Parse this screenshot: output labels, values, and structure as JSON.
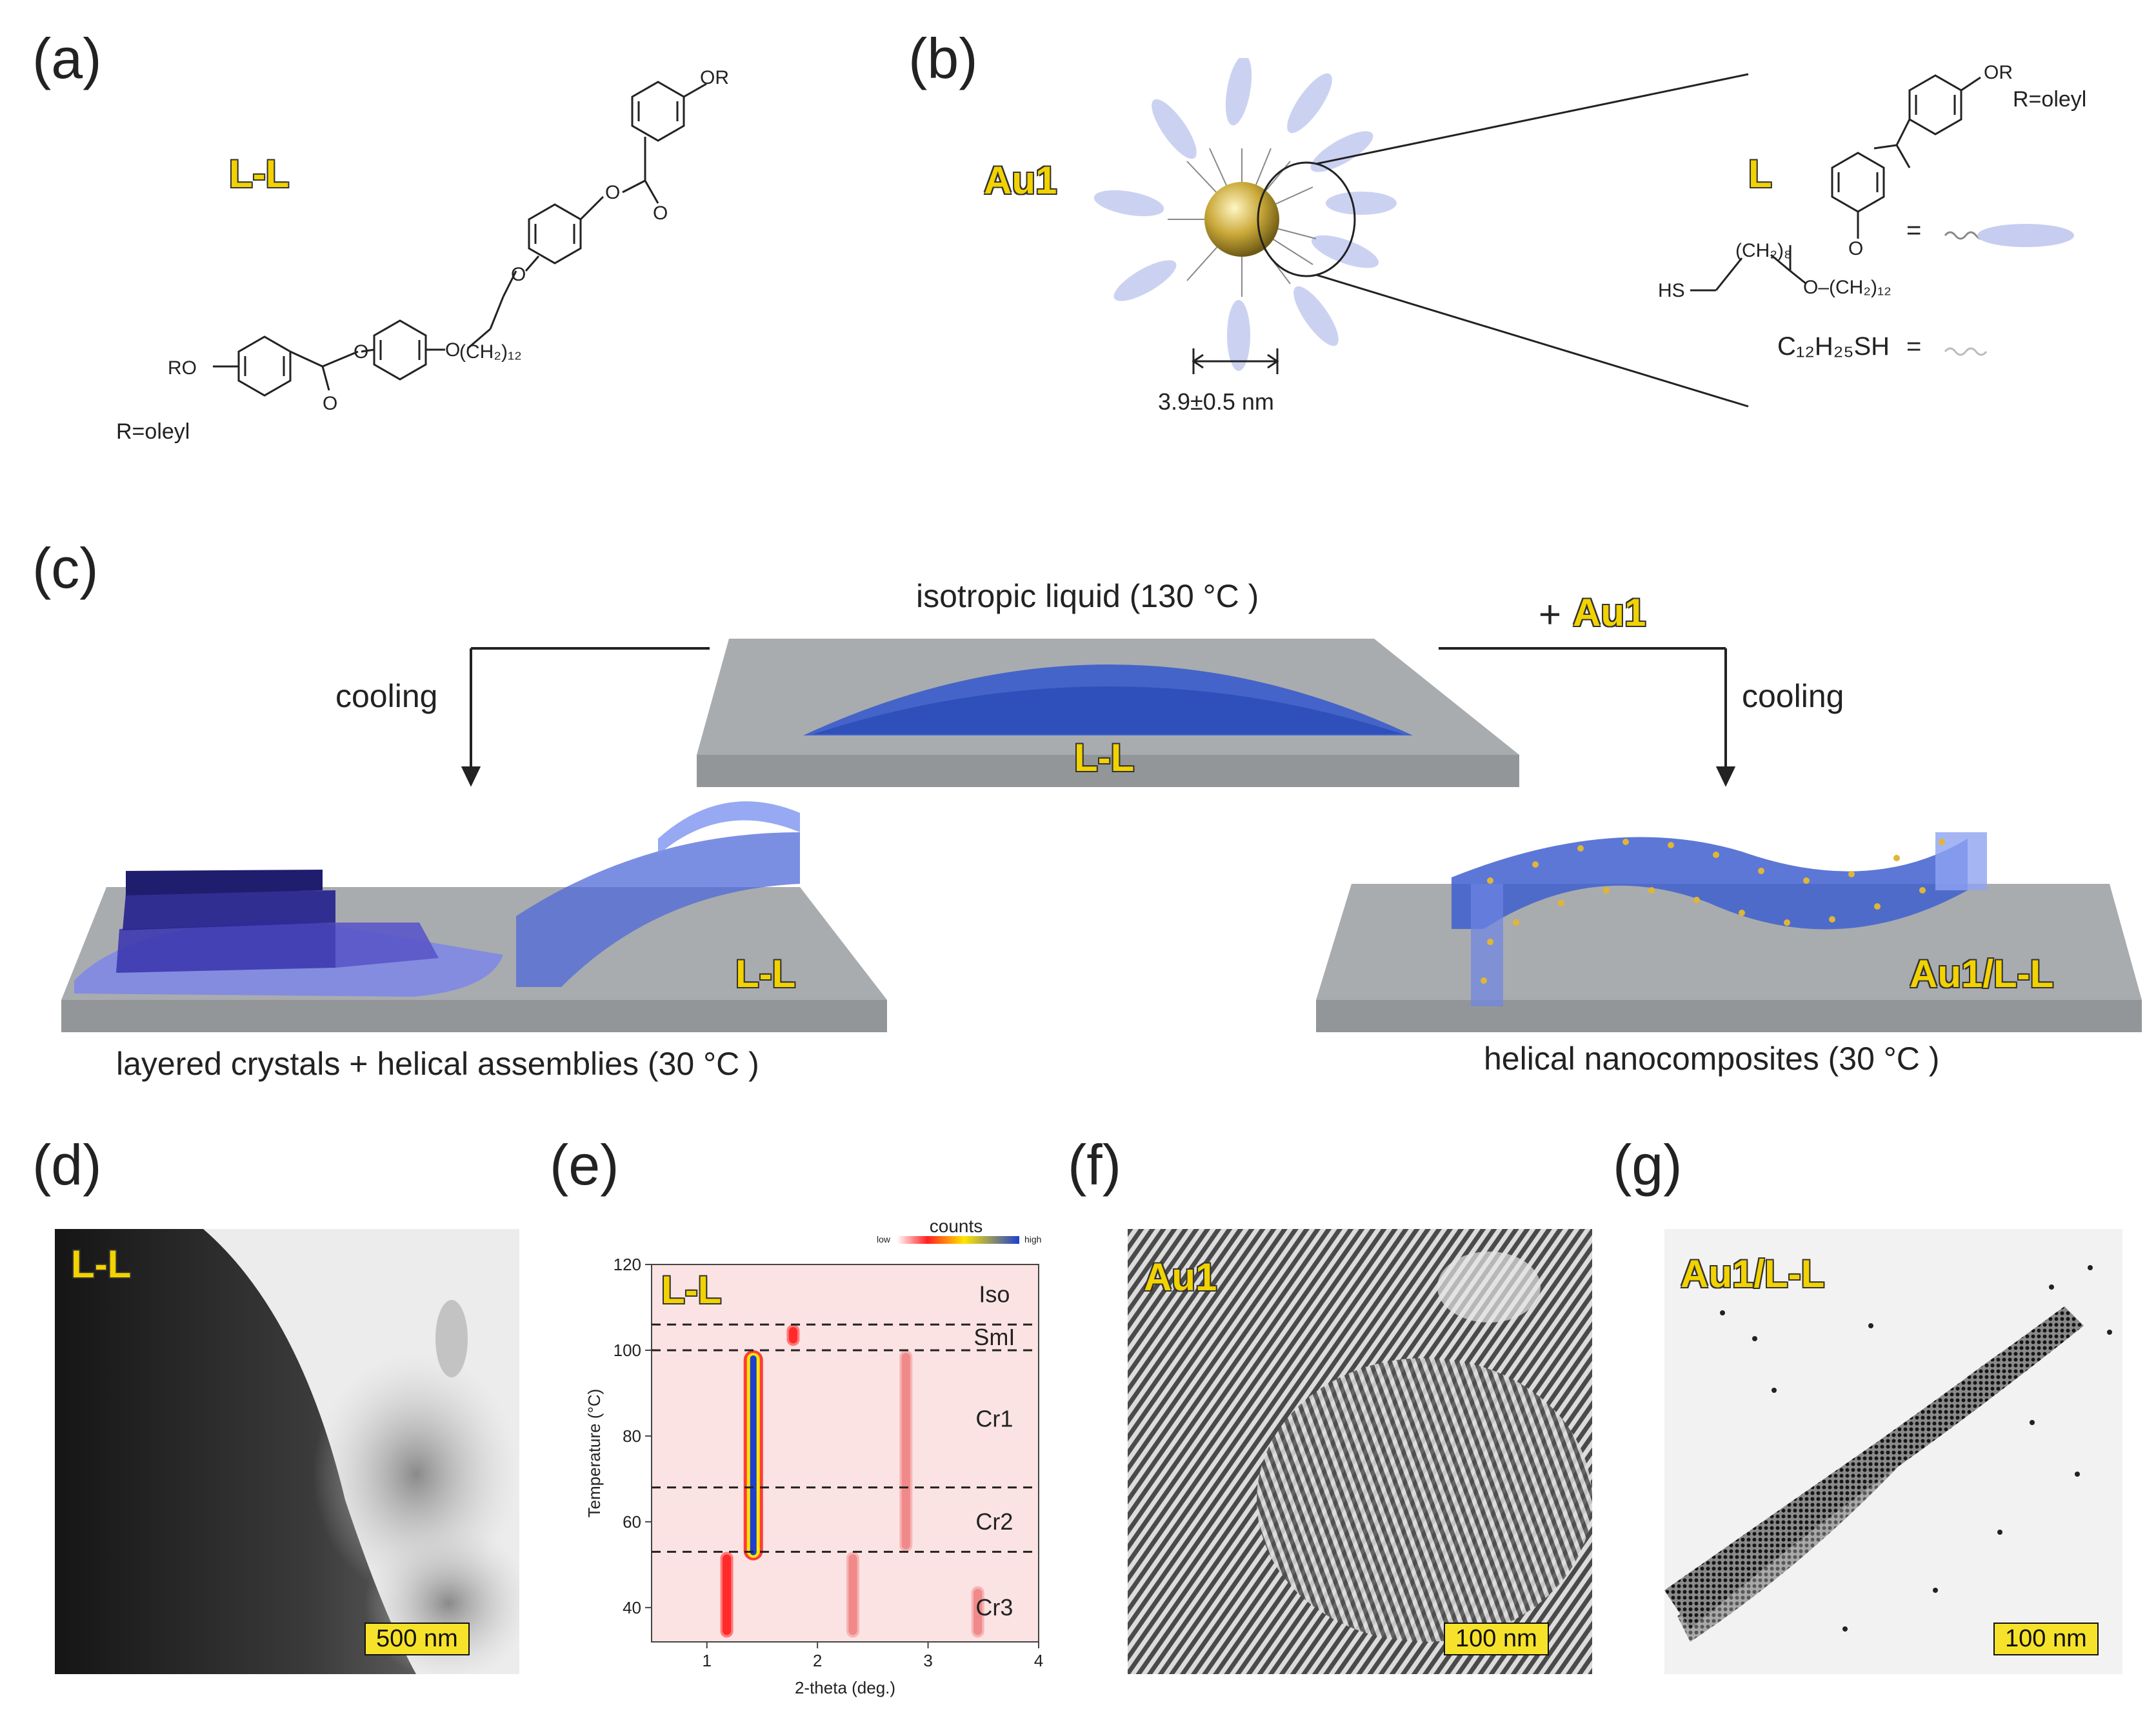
{
  "panels": {
    "a": {
      "label": "(a)",
      "compound": "L-L",
      "chem": {
        "or_top": "OR",
        "ro": "RO",
        "o1": "O",
        "o2": "O",
        "o3": "O",
        "o4": "O",
        "o5": "O",
        "o6": "O",
        "chain": "(CH₂)₁₂",
        "r_def": "R=oleyl"
      }
    },
    "b": {
      "label": "(b)",
      "particle": "Au1",
      "size": "3.9±0.5 nm",
      "ligand": "L",
      "chem": {
        "or_top": "OR",
        "r_def": "R=oleyl",
        "hs": "HS",
        "ch2_8": "(CH₂)₈",
        "ch2_12": "O–(CH₂)₁₂",
        "o": "O",
        "eq": "=",
        "thiol": "C₁₂H₂₅SH",
        "eq2": "="
      }
    },
    "c": {
      "label": "(c)",
      "top_caption": "isotropic liquid (130 °C )",
      "top_badge": "L-L",
      "left_arrow": "cooling",
      "right_arrow": "cooling",
      "plus": "+",
      "plus_badge": "Au1",
      "left_badge": "L-L",
      "right_badge": "Au1/L-L",
      "left_caption": "layered crystals + helical assemblies (30 °C )",
      "right_caption": "helical nanocomposites (30 °C )"
    },
    "d": {
      "label": "(d)",
      "badge": "L-L",
      "scale": "500 nm"
    },
    "e": {
      "label": "(e)",
      "badge": "L-L"
    },
    "f": {
      "label": "(f)",
      "badge": "Au1",
      "scale": "100 nm"
    },
    "g": {
      "label": "(g)",
      "badge": "Au1/L-L",
      "scale": "100 nm"
    }
  },
  "chart_data": {
    "type": "heatmap",
    "xlabel": "2-theta (deg.)",
    "ylabel": "Temperature (°C)",
    "xlim": [
      0.5,
      4
    ],
    "ylim": [
      32,
      120
    ],
    "xticks": [
      1,
      2,
      3,
      4
    ],
    "yticks": [
      40,
      60,
      80,
      100,
      120
    ],
    "colorbar": {
      "title": "counts",
      "low": "low",
      "high": "high"
    },
    "phase_boundaries": [
      106,
      100,
      68,
      53
    ],
    "phases": [
      {
        "name": "Iso",
        "y": 113
      },
      {
        "name": "SmI",
        "y": 103
      },
      {
        "name": "Cr1",
        "y": 84
      },
      {
        "name": "Cr2",
        "y": 60
      },
      {
        "name": "Cr3",
        "y": 40
      }
    ],
    "peaks": [
      {
        "x": 1.42,
        "ymin": 51,
        "ymax": 100,
        "intensity": "high"
      },
      {
        "x": 1.18,
        "ymin": 33,
        "ymax": 53,
        "intensity": "medium"
      },
      {
        "x": 1.78,
        "ymin": 101,
        "ymax": 106,
        "intensity": "medium"
      },
      {
        "x": 2.8,
        "ymin": 53,
        "ymax": 100,
        "intensity": "low"
      },
      {
        "x": 2.32,
        "ymin": 33,
        "ymax": 53,
        "intensity": "low"
      },
      {
        "x": 3.45,
        "ymin": 33,
        "ymax": 45,
        "intensity": "low"
      }
    ]
  }
}
